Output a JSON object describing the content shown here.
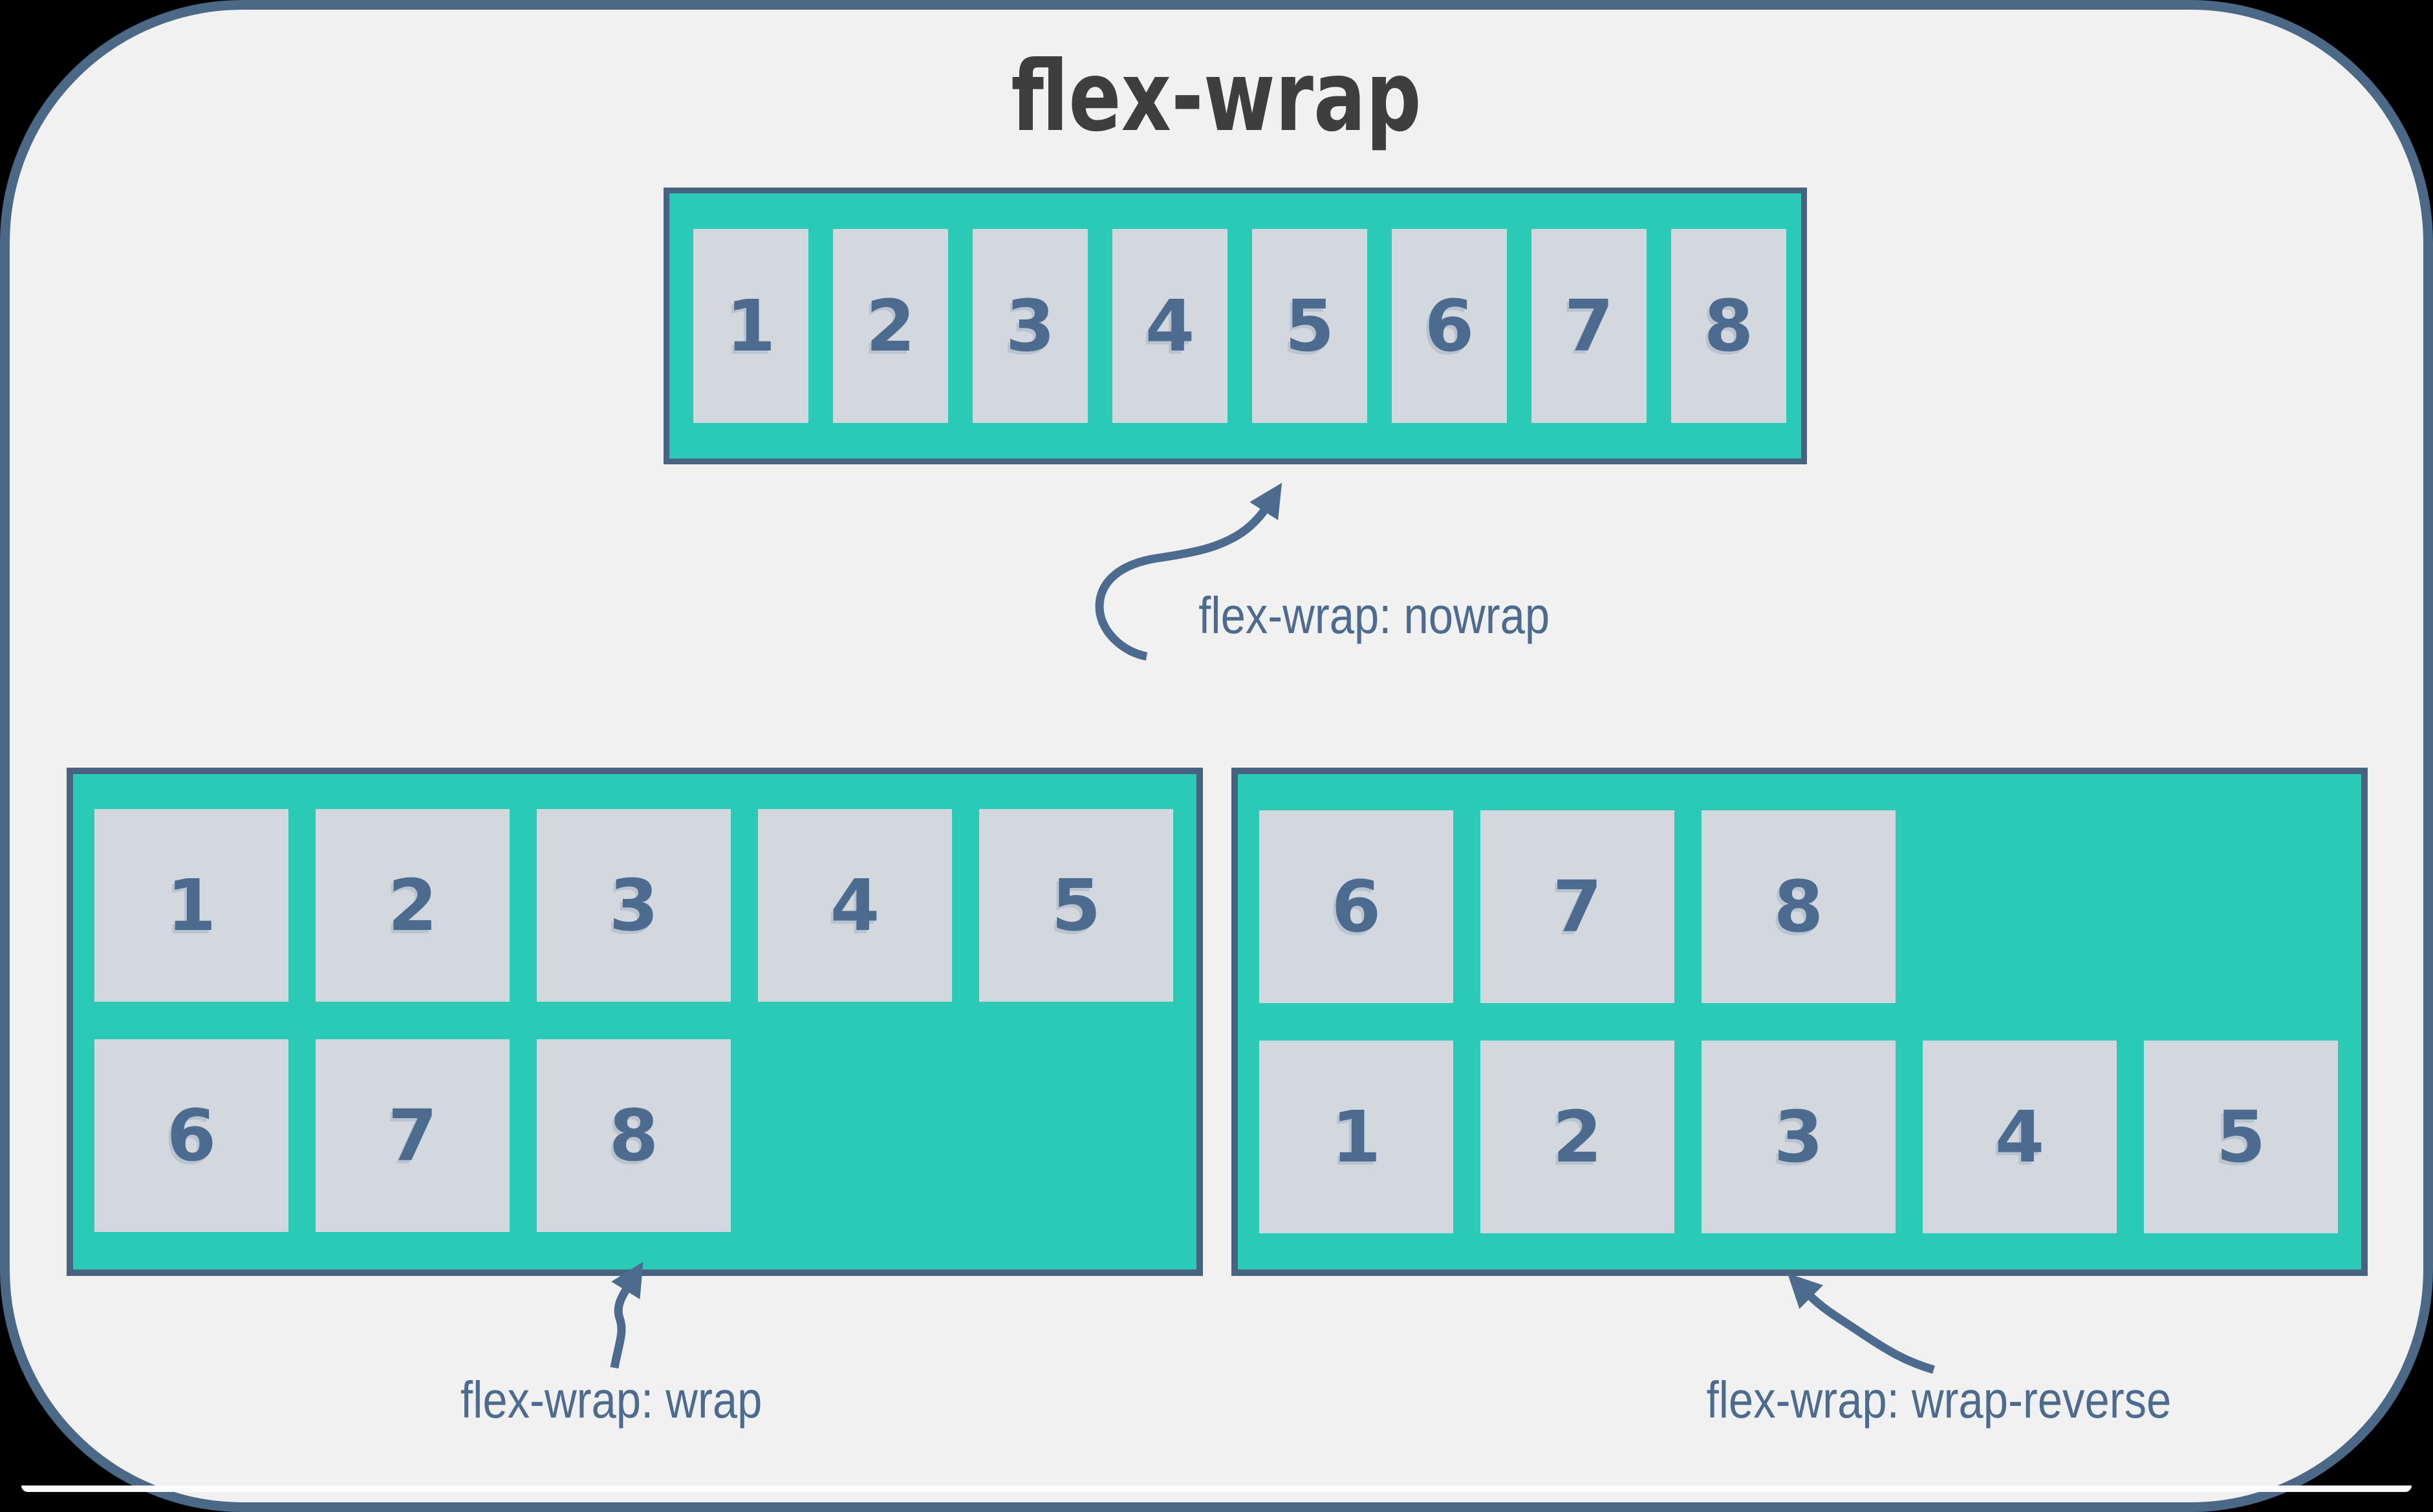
{
  "title": "flex-wrap",
  "colors": {
    "outer_bg": "#000000",
    "panel_bg": "#f1f1f2",
    "panel_border": "#4b6886",
    "container_border": "#47637f",
    "teal": "#2bcab6",
    "box_bg": "#d2d8de",
    "text_slate": "#4d6b8e",
    "title_color": "#3e3e3e",
    "arrow": "#4d6b8e",
    "inner_edge": "#fcfcfd"
  },
  "examples": [
    {
      "id": "nowrap",
      "label": "flex-wrap: nowrap",
      "items": [
        "1",
        "2",
        "3",
        "4",
        "5",
        "6",
        "7",
        "8"
      ]
    },
    {
      "id": "wrap",
      "label": "flex-wrap: wrap",
      "items": [
        "1",
        "2",
        "3",
        "4",
        "5",
        "6",
        "7",
        "8"
      ]
    },
    {
      "id": "wrap-reverse",
      "label": "flex-wrap: wrap-reverse",
      "items": [
        "1",
        "2",
        "3",
        "4",
        "5",
        "6",
        "7",
        "8"
      ]
    }
  ]
}
